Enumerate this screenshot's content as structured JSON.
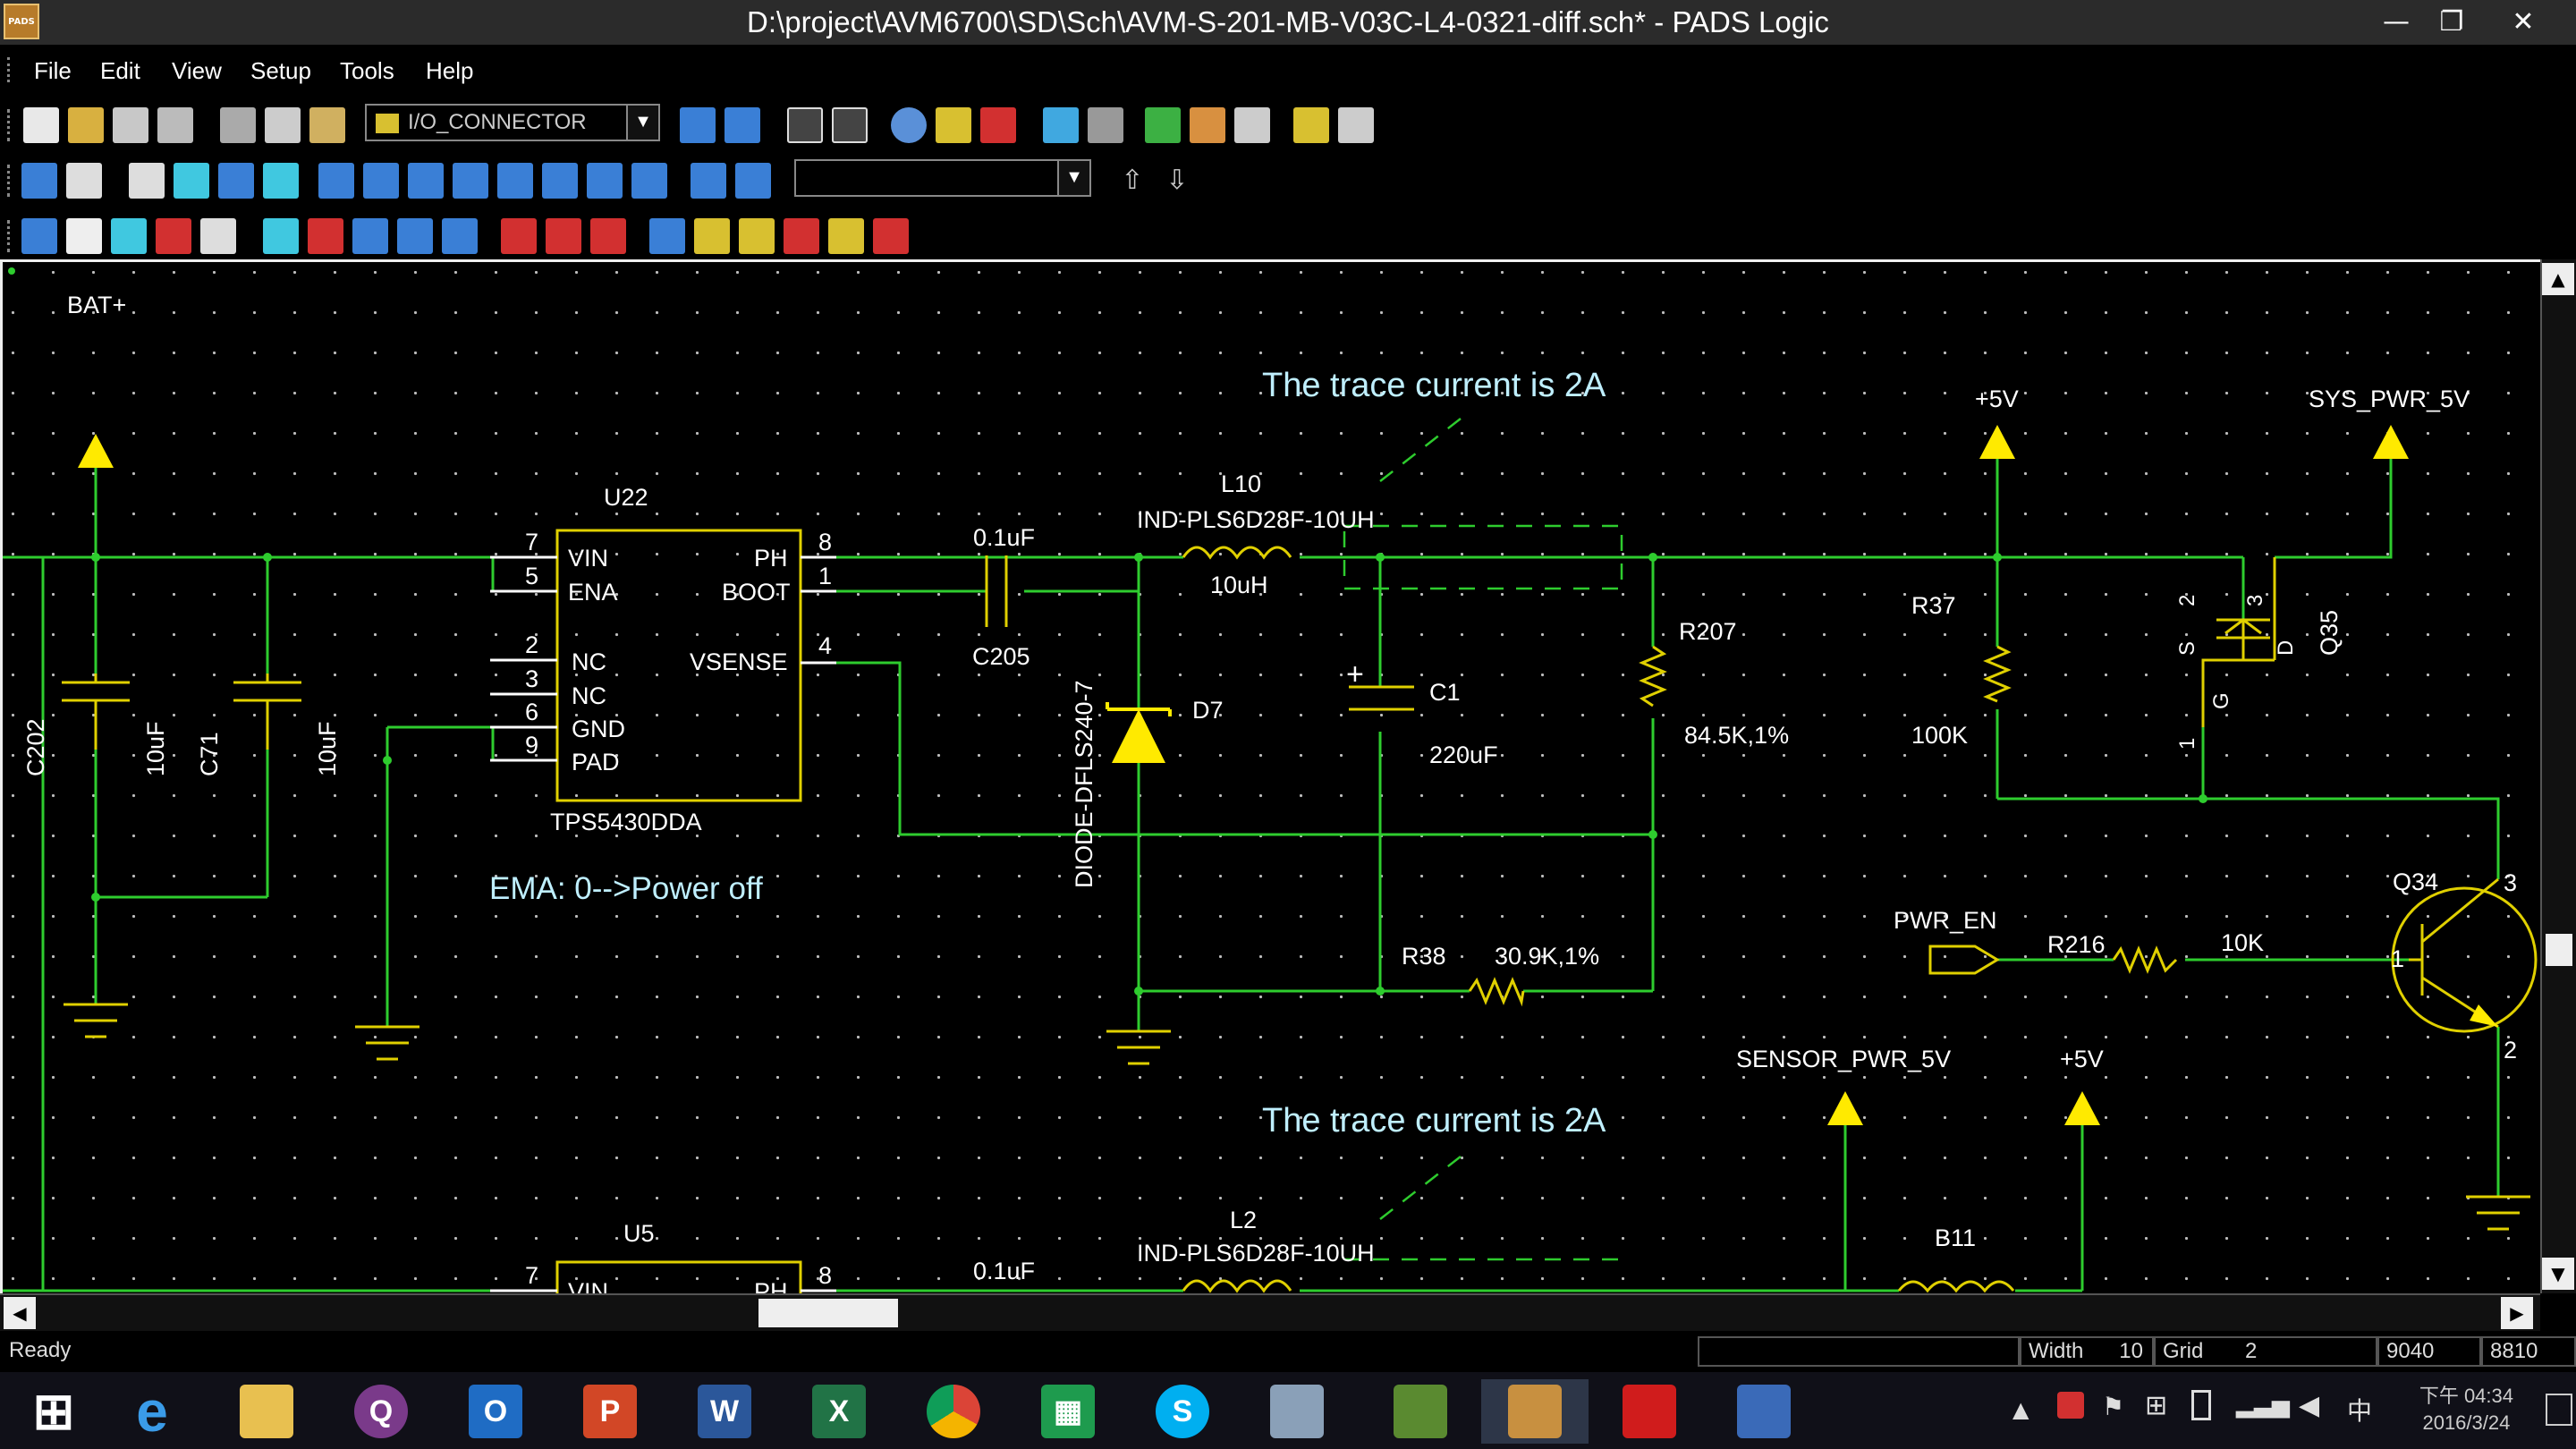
{
  "window": {
    "title": "D:\\project\\AVM6700\\SD\\Sch\\AVM-S-201-MB-V03C-L4-0321-diff.sch* - PADS Logic",
    "app_icon_text": "PADS",
    "minimize": "—",
    "restore": "❐",
    "close": "✕"
  },
  "menu": [
    "File",
    "Edit",
    "View",
    "Setup",
    "Tools",
    "Help"
  ],
  "toolbar": {
    "part_type_combo": "I/O_CONNECTOR",
    "net_combo": "",
    "colors": {
      "blue": "#3a7fd6",
      "yellow": "#d8c030",
      "red": "#d23030",
      "white": "#e8e8e8",
      "cyan": "#40c8e0",
      "green": "#3cb043"
    }
  },
  "schematic": {
    "colors": {
      "wire": "#2ecc2e",
      "part": "#e0d000",
      "text": "#ffffff",
      "label": "#bfefff",
      "dashed": "#2ecc2e",
      "pin": "#ffffff",
      "power": "#ffea00"
    },
    "notes": {
      "trace_current_1": "The trace current is 2A",
      "trace_current_2": "The trace current is 2A",
      "ema": "EMA: 0-->Power off"
    },
    "power": {
      "bat": "BAT+",
      "p5v_1": "+5V",
      "sys_pwr": "SYS_PWR_5V",
      "sensor_pwr": "SENSOR_PWR_5V",
      "p5v_2": "+5V",
      "pwr_en": "PWR_EN"
    },
    "u22": {
      "ref": "U22",
      "part": "TPS5430DDA",
      "pins_left": [
        {
          "num": "7",
          "name": "VIN"
        },
        {
          "num": "5",
          "name": "ENA"
        },
        {
          "num": "2",
          "name": "NC"
        },
        {
          "num": "3",
          "name": "NC"
        },
        {
          "num": "6",
          "name": "GND"
        },
        {
          "num": "9",
          "name": "PAD"
        }
      ],
      "pins_right": [
        {
          "num": "8",
          "name": "PH"
        },
        {
          "num": "1",
          "name": "BOOT"
        },
        {
          "num": "4",
          "name": "VSENSE"
        }
      ]
    },
    "u5": {
      "ref": "U5",
      "pin_left_num": "7",
      "pin_left_name": "VIN",
      "pin_right_name": "PH",
      "pin_right_num": "8"
    },
    "components": {
      "c202_ref": "C202",
      "c202_val": "10uF",
      "c71_ref": "C71",
      "c71_val": "10uF",
      "c205_ref": "C205",
      "c205_val": "0.1uF",
      "l10_ref": "L10",
      "l10_part": "IND-PLS6D28F-10UH",
      "l10_val": "10uH",
      "d7_ref": "D7",
      "d7_part": "DIODE-DFLS240-7",
      "c1_ref": "C1",
      "c1_val": "220uF",
      "c1_plus": "+",
      "r207_ref": "R207",
      "r207_val": "84.5K,1%",
      "r38_ref": "R38",
      "r38_val": "30.9K,1%",
      "r37_ref": "R37",
      "r37_val": "100K",
      "q35_ref": "Q35",
      "q35_s": "S",
      "q35_d": "D",
      "q35_g": "G",
      "q35_p1": "1",
      "q35_p2": "2",
      "q35_p3": "3",
      "q34_ref": "Q34",
      "q34_p1": "1",
      "q34_p2": "2",
      "q34_p3": "3",
      "r216_ref": "R216",
      "r216_val": "10K",
      "b11_ref": "B11",
      "l2_ref": "L2",
      "l2_part": "IND-PLS6D28F-10UH",
      "c_u5_val": "0.1uF"
    }
  },
  "status": {
    "ready": "Ready",
    "width_label": "Width",
    "width_val": "10",
    "grid_label": "Grid",
    "grid_val": "2",
    "x": "9040",
    "y": "8810"
  },
  "taskbar": {
    "apps": [
      "start",
      "internet-explorer",
      "file-explorer",
      "q-app",
      "outlook",
      "powerpoint",
      "word",
      "excel",
      "chrome",
      "spreadsheet-app",
      "skype",
      "tool-app",
      "pads-layout",
      "pads-logic",
      "acrobat",
      "network-app"
    ],
    "time": "下午 04:34",
    "date": "2016/3/24",
    "ime": "中"
  }
}
